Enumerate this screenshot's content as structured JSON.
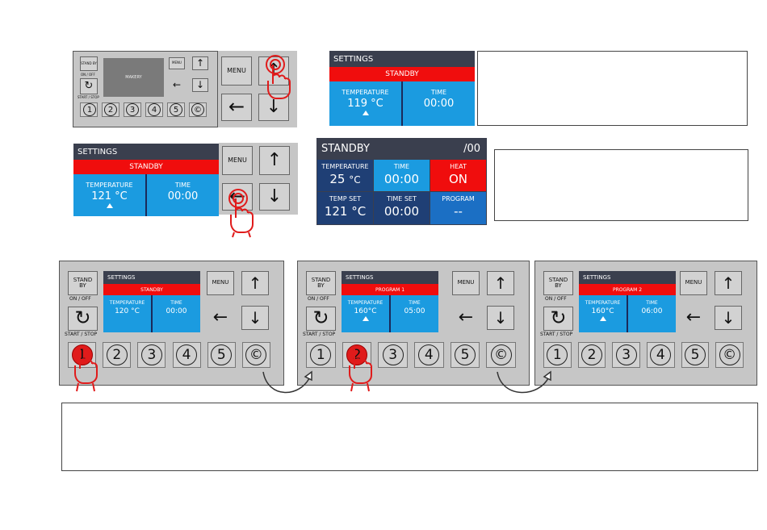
{
  "mini_panel": {
    "standby": "STAND BY",
    "onoff": "ON / OFF",
    "start_stop": "START / STOP",
    "screen_text": "MAKERY",
    "menu": "MENU",
    "up": "↑",
    "left": "←",
    "down": "↓",
    "numbers": [
      "1",
      "2",
      "3",
      "4",
      "5",
      "©"
    ]
  },
  "crop1": {
    "menu": "MENU",
    "up": "↑",
    "left": "←",
    "down": "↓"
  },
  "crop2": {
    "menu": "MENU",
    "up": "↑",
    "left": "←",
    "down": "↓"
  },
  "screen_a": {
    "header": "SETTINGS",
    "band": "STANDBY",
    "temp_label": "TEMPERATURE",
    "temp_value": "119 °C",
    "time_label": "TIME",
    "time_value": "00:00"
  },
  "screen_b": {
    "header": "SETTINGS",
    "band": "STANDBY",
    "temp_label": "TEMPERATURE",
    "temp_value": "121 °C",
    "time_label": "TIME",
    "time_value": "00:00"
  },
  "standby_screen": {
    "title": "STANDBY",
    "right": "/00",
    "temperature_label": "TEMPERATURE",
    "temperature_value": "25",
    "temperature_unit": "°C",
    "time_label": "TIME",
    "time_value": "00:00",
    "heat_label": "HEAT",
    "heat_value": "ON",
    "tempset_label": "TEMP SET",
    "tempset_value": "121 °C",
    "timeset_label": "TIME SET",
    "timeset_value": "00:00",
    "program_label": "PROGRAM",
    "program_value": "--"
  },
  "panels": [
    {
      "standby": "STAND BY",
      "onoff": "ON / OFF",
      "start_stop": "START / STOP",
      "header": "SETTINGS",
      "band": "STANDBY",
      "temp_label": "TEMPERATURE",
      "temp_value": "120 °C",
      "time_label": "TIME",
      "time_value": "00:00",
      "menu": "MENU",
      "up": "↑",
      "left": "←",
      "down": "↓",
      "numbers": [
        "1",
        "2",
        "3",
        "4",
        "5",
        "©"
      ]
    },
    {
      "standby": "STAND BY",
      "onoff": "ON / OFF",
      "start_stop": "START / STOP",
      "header": "SETTINGS",
      "band": "PROGRAM 1",
      "temp_label": "TEMPERATURE",
      "temp_value": "160°C",
      "time_label": "TIME",
      "time_value": "05:00",
      "menu": "MENU",
      "up": "↑",
      "left": "←",
      "down": "↓",
      "numbers": [
        "1",
        "2",
        "3",
        "4",
        "5",
        "©"
      ]
    },
    {
      "standby": "STAND BY",
      "onoff": "ON / OFF",
      "start_stop": "START / STOP",
      "header": "SETTINGS",
      "band": "PROGRAM 2",
      "temp_label": "TEMPERATURE",
      "temp_value": "160°C",
      "time_label": "TIME",
      "time_value": "06:00",
      "menu": "MENU",
      "up": "↑",
      "left": "←",
      "down": "↓",
      "numbers": [
        "1",
        "2",
        "3",
        "4",
        "5",
        "©"
      ]
    }
  ],
  "colors": {
    "screen_blue": "#1b9be0",
    "band_red": "#f00d0d",
    "header_dark": "#3a3f4e",
    "panel_gray": "#c6c6c6",
    "hand_red": "#e01b1b"
  },
  "icons": [
    "hand-pointer-icon",
    "restart-icon",
    "curved-arrow-icon",
    "up-arrow-icon"
  ]
}
